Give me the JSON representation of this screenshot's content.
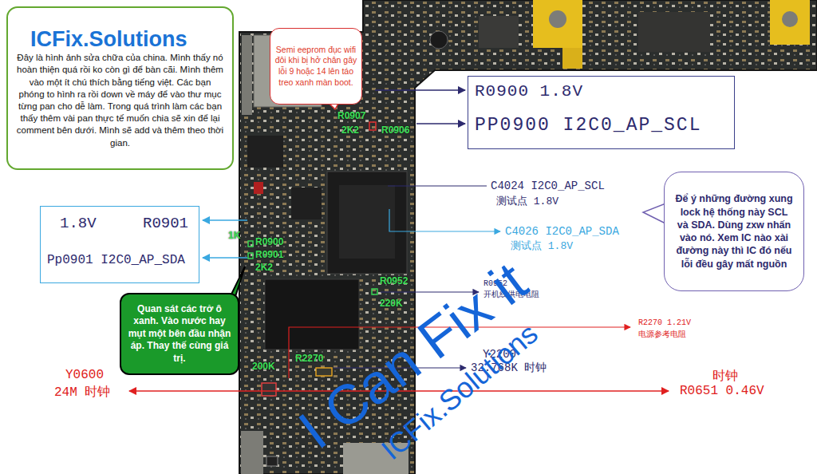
{
  "diagram": {
    "nodes": [
      {
        "text": [
          "ICFix.Solutions",
          "Đây là hình ảnh sửa chữa của china. Mình thấy nó hoàn thiện quá rồi ko còn gì để bàn cãi. Mình thêm vào một ít chú thích bằng tiếng việt. Các bạn phóng to hình ra rồi down về máy để vào thư mục từng pan cho dễ làm. Trong quá trình làm các bạn thấy thêm vài pan thực tế muốn chia sẽ xin để lại comment bên dưới. Mình sẽ add và thêm theo thời gian."
        ]
      },
      {
        "text": [
          "Semi eeprom đục wifi đôi khi bị hở chân gây lỗi 9 hoặc 14 lên táo treo xanh màn boot."
        ]
      },
      {
        "text": [
          "R0900 1.8V",
          "PP0900 I2C0_AP_SCL"
        ]
      },
      {
        "text": [
          "1.8V",
          "R0901",
          "Pp0901 I2C0_AP_SDA"
        ]
      },
      {
        "text": [
          "Để ý những đường xung lock hệ thống này SCL và SDA. Dùng zxw nhấn vào nó. Xem IC nào xài đường này thì IC đó nếu lỗi đều gây mất nguồn"
        ]
      },
      {
        "text": [
          "Quan sát các trở ô xanh. Vào nước hay mụt một bên đầu nhận áp. Thay thế cùng giá trị."
        ]
      }
    ],
    "labels": [
      "R0907",
      "2K2",
      "R0906",
      "C4024 I2C0_AP_SCL",
      "测试点 1.8V",
      "C4026 I2C0_AP_SDA",
      "测试点 1.8V",
      "1K",
      "R0900",
      "R0901",
      "2K2",
      "R0952",
      "220K",
      "R0952",
      "开机线供电电阻",
      "R2270 1.21V",
      "电源参考电阻",
      "R2270",
      "200K",
      "Y2200",
      "32.768K 时钟",
      "Y0600",
      "24M 时钟",
      "时钟",
      "R0651 0.46V",
      "I Can Fix it",
      "ICFix.Solutions"
    ]
  }
}
